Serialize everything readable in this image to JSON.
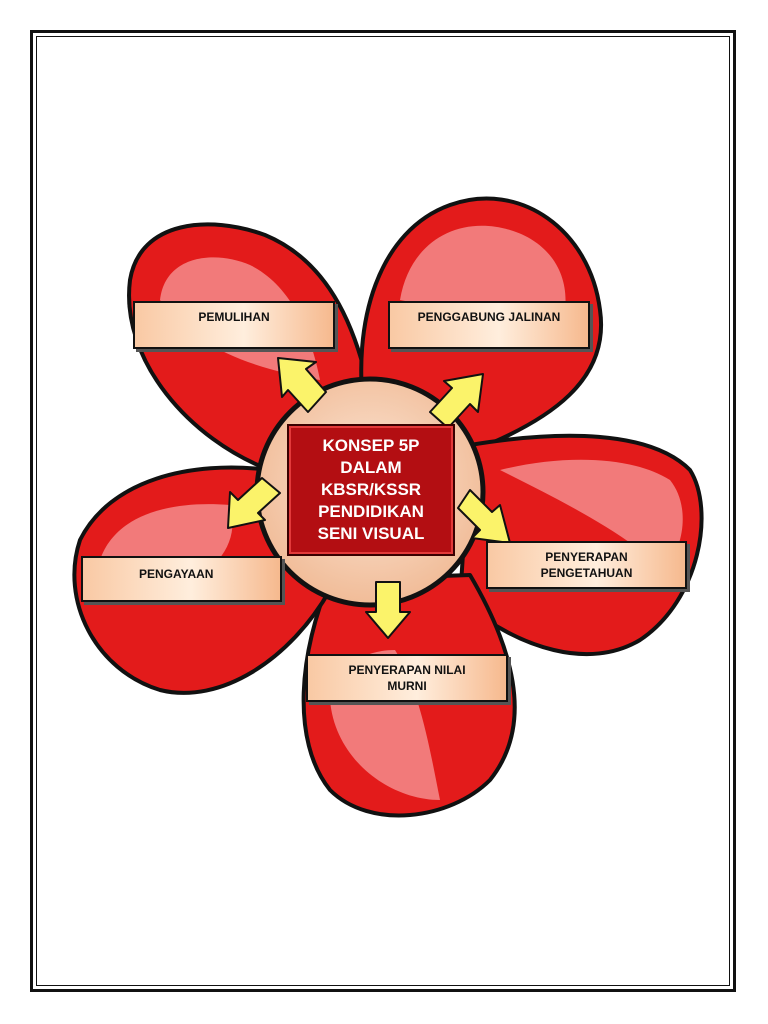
{
  "center": {
    "text": "KONSEP 5P\nDALAM\nKBSR/KSSR\nPENDIDIKAN\nSENI VISUAL"
  },
  "labels": {
    "pemulihan": "PEMULIHAN",
    "penggabung": "PENGGABUNG JALINAN",
    "pengayaan": "PENGAYAAN",
    "penyerapan_pengetahuan": "PENYERAPAN PENGETAHUAN",
    "penyerapan_nilai": "PENYERAPAN NILAI MURNI"
  },
  "colors": {
    "petal": "#e31b1b",
    "petal_highlight": "#f58b8b",
    "center_fill": "#f7d2b6",
    "center_box": "#b30e12",
    "arrow": "#fbf36a"
  }
}
